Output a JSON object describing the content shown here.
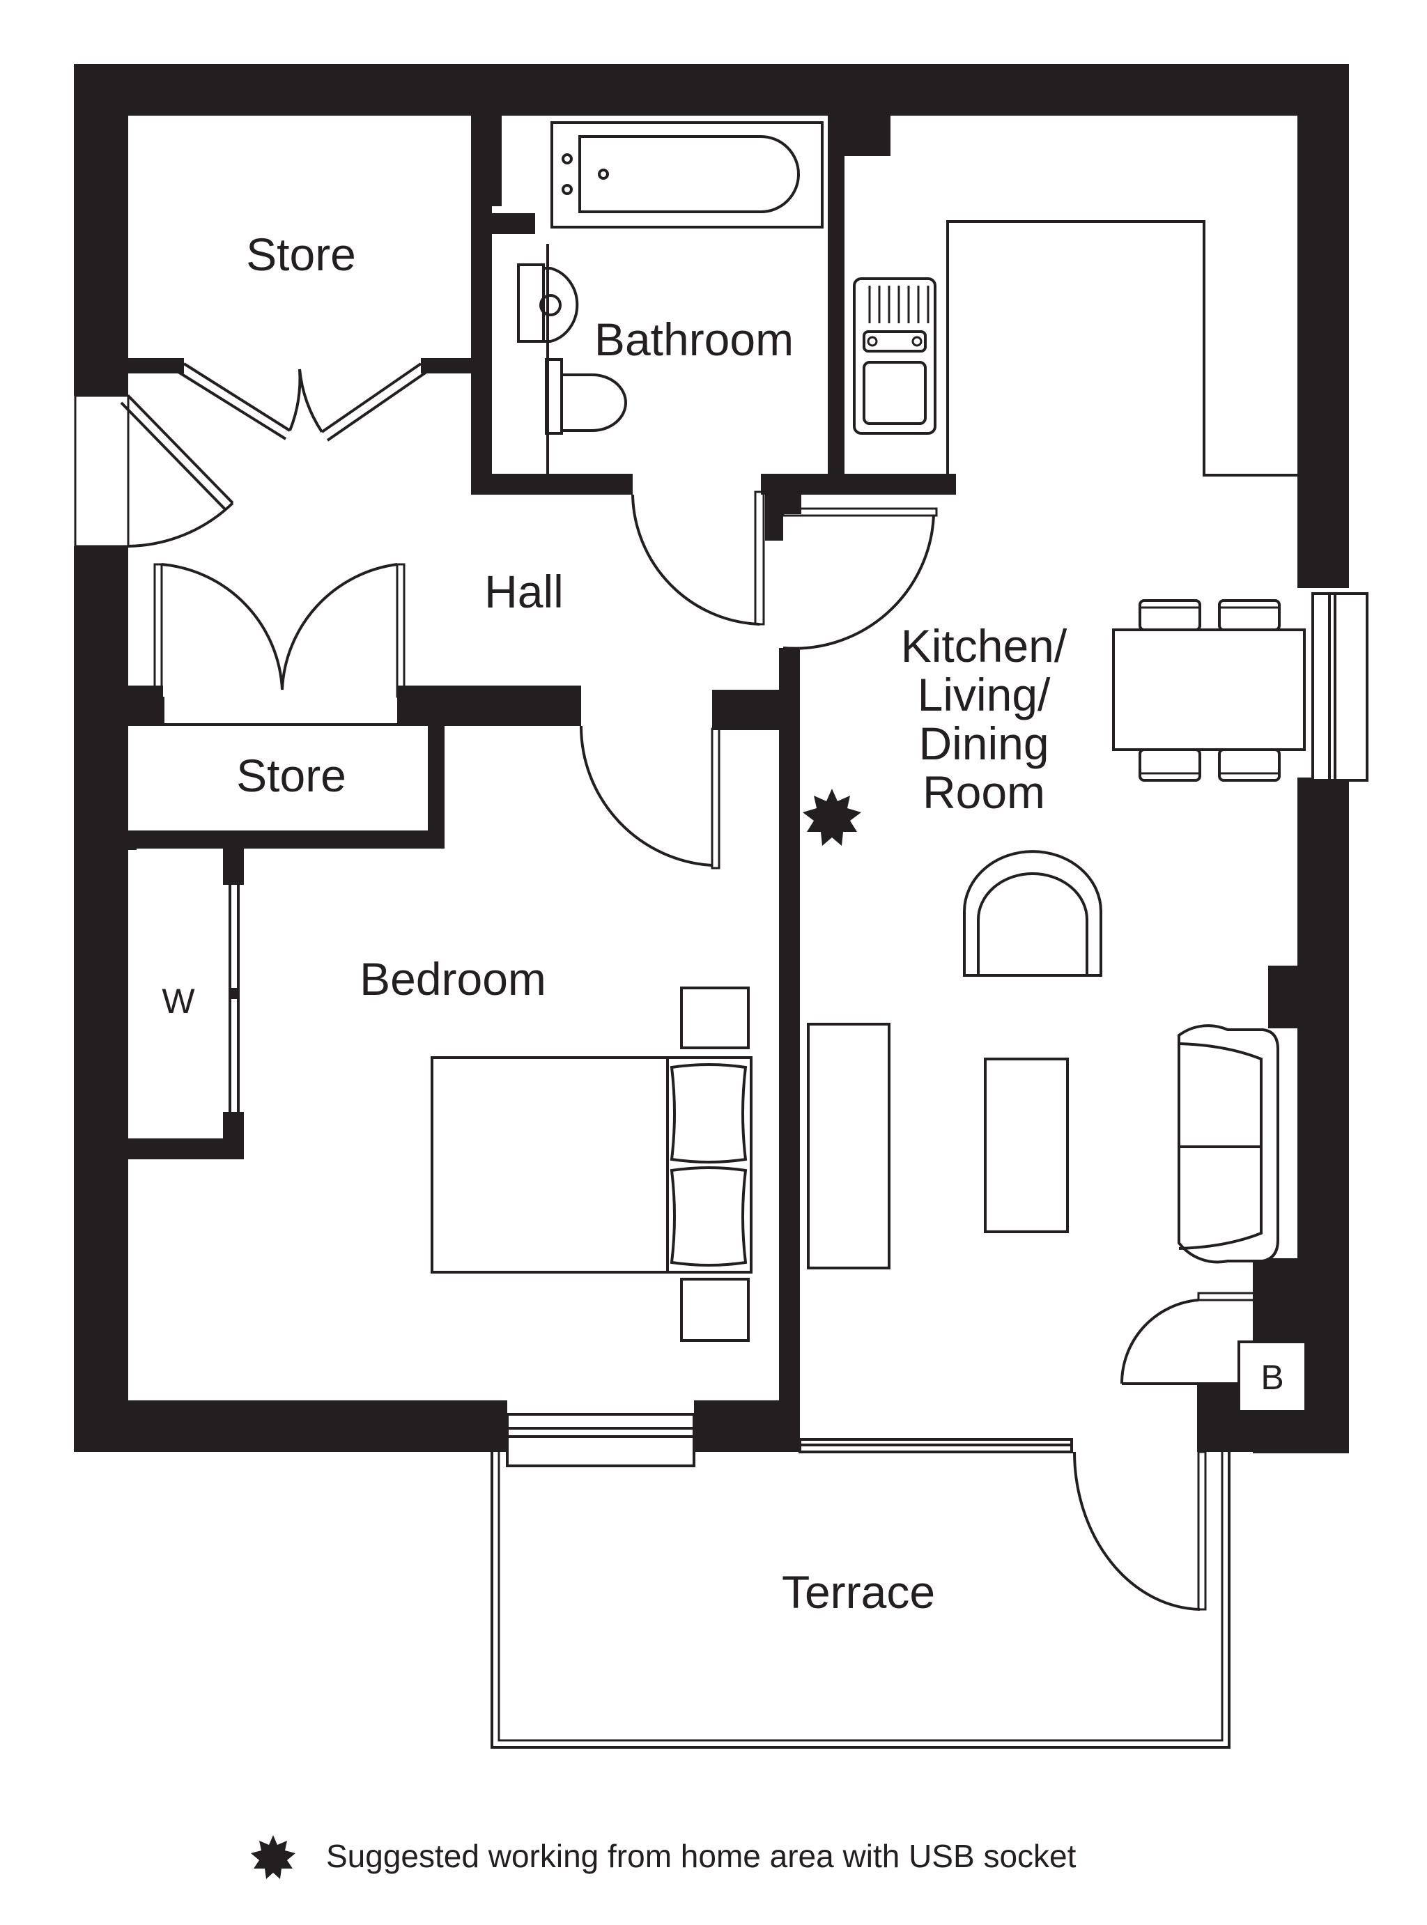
{
  "rooms": {
    "store_top": "Store",
    "bathroom": "Bathroom",
    "hall": "Hall",
    "store_mid": "Store",
    "bedroom": "Bedroom",
    "wardrobe": "W",
    "kitchen_line1": "Kitchen/",
    "kitchen_line2": "Living/",
    "kitchen_line3": "Dining",
    "kitchen_line4": "Room",
    "boiler": "B",
    "terrace": "Terrace"
  },
  "legend": {
    "text": "Suggested working from home area with USB socket",
    "icon": "starburst-icon"
  },
  "colors": {
    "wall": "#231f20",
    "background": "#ffffff"
  }
}
